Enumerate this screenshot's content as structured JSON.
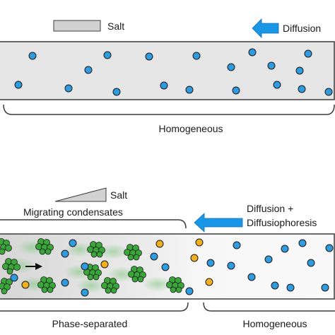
{
  "top_panel": {
    "salt_label": "Salt",
    "diffusion_label": "Diffusion",
    "state_label": "Homogeneous"
  },
  "bottom_panel": {
    "salt_label": "Salt",
    "migrating_label": "Migrating condensates",
    "diffusion_line1": "Diffusion +",
    "diffusion_line2": "Diffusiophoresis",
    "left_state_label": "Phase-separated",
    "right_state_label": "Homogeneous"
  },
  "colors": {
    "channel_border": "#3c3c3c",
    "channel_fill": "#e6e6e6",
    "salt_bar": "#d2d2d2",
    "diffusion_arrow": "#1a96e6",
    "solute_particle": "#2f9be0",
    "yellow_particle": "#f2b01e",
    "condensate": "#3aa63a",
    "text": "#1a1a1a"
  }
}
